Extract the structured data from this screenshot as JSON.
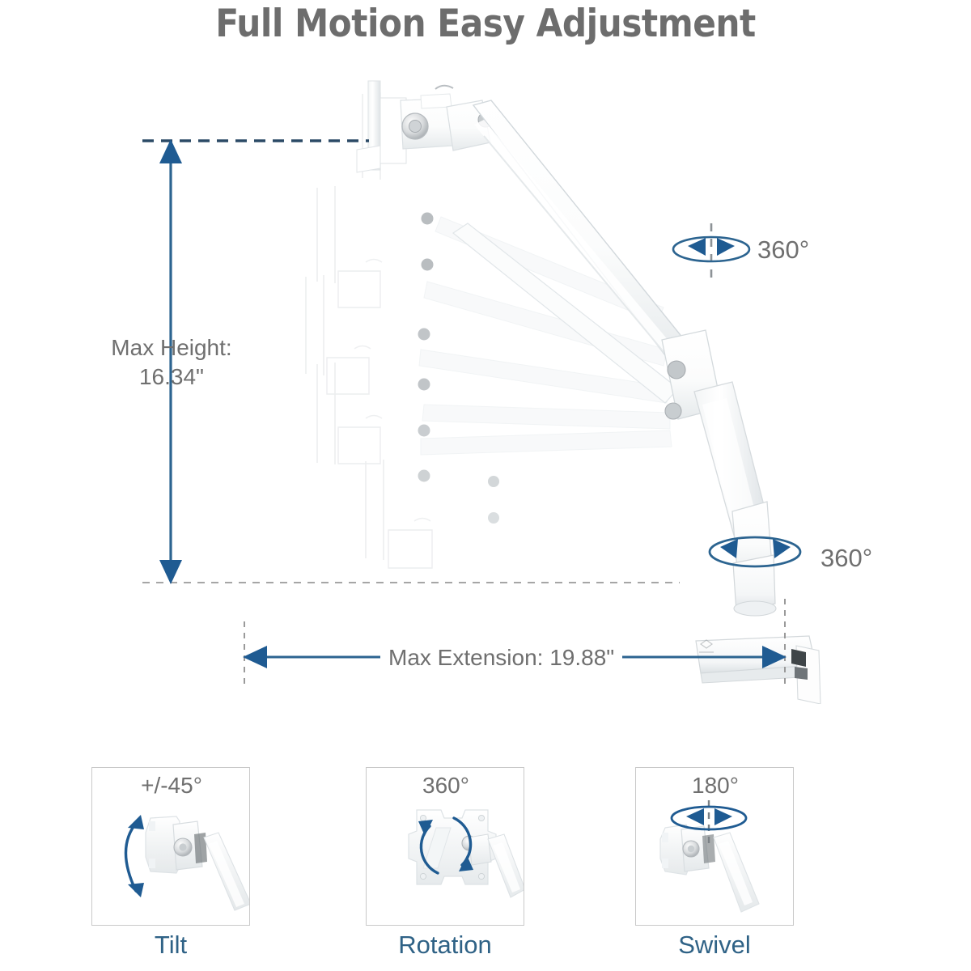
{
  "title": "Full Motion Easy Adjustment",
  "dimensions": {
    "max_height_line1": "Max Height:",
    "max_height_line2": "16.34\"",
    "max_extension": "Max Extension: 19.88\""
  },
  "rotation_callouts": {
    "top_degrees": "360°",
    "bottom_degrees": "360°"
  },
  "panels": [
    {
      "angle": "+/-45°",
      "caption": "Tilt",
      "icon": "tilt-arc-arrow-icon"
    },
    {
      "angle": "360°",
      "caption": "Rotation",
      "icon": "rotation-circle-arrow-icon"
    },
    {
      "angle": "180°",
      "caption": "Swivel",
      "icon": "swivel-ellipse-arrow-icon"
    }
  ],
  "colors": {
    "title_gray": "#6d6d6d",
    "label_gray": "#6f6f6f",
    "caption_blue": "#2f6286",
    "arrow_blue": "#2c6490",
    "arrow_blue_dark": "#1f5b92",
    "dash_navy": "#2b4a66",
    "dash_gray": "#9a9a9a",
    "panel_border": "#c9c9c9",
    "product_white": "#ffffff",
    "product_shadow": "#e3e6e8"
  }
}
